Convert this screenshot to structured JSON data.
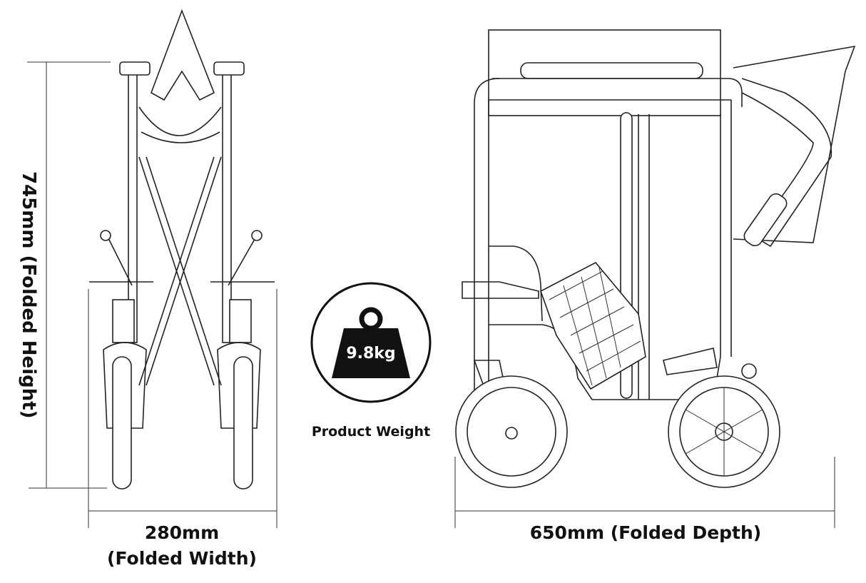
{
  "dimensions": {
    "height_label": "745mm (Folded Height)",
    "width_value": "280mm",
    "width_caption": "(Folded Width)",
    "depth_label": "650mm (Folded Depth)"
  },
  "weight": {
    "value": "9.8kg",
    "caption": "Product Weight",
    "icon": "weight-icon"
  },
  "colors": {
    "line": "#222222",
    "text": "#111111",
    "background": "#ffffff"
  }
}
